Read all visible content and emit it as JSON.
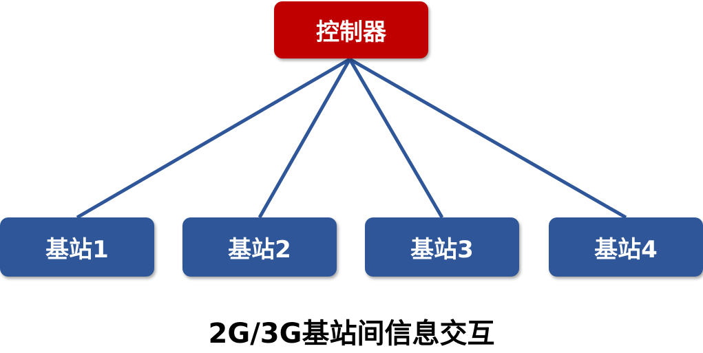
{
  "controller": {
    "label": "控制器",
    "color": "#c00000"
  },
  "stations": [
    {
      "label": "基站1",
      "color": "#2e5698"
    },
    {
      "label": "基站2",
      "color": "#2e5698"
    },
    {
      "label": "基站3",
      "color": "#2e5698"
    },
    {
      "label": "基站4",
      "color": "#2e5698"
    }
  ],
  "caption": "2G/3G基站间信息交互",
  "connector_color": "#2e5698"
}
